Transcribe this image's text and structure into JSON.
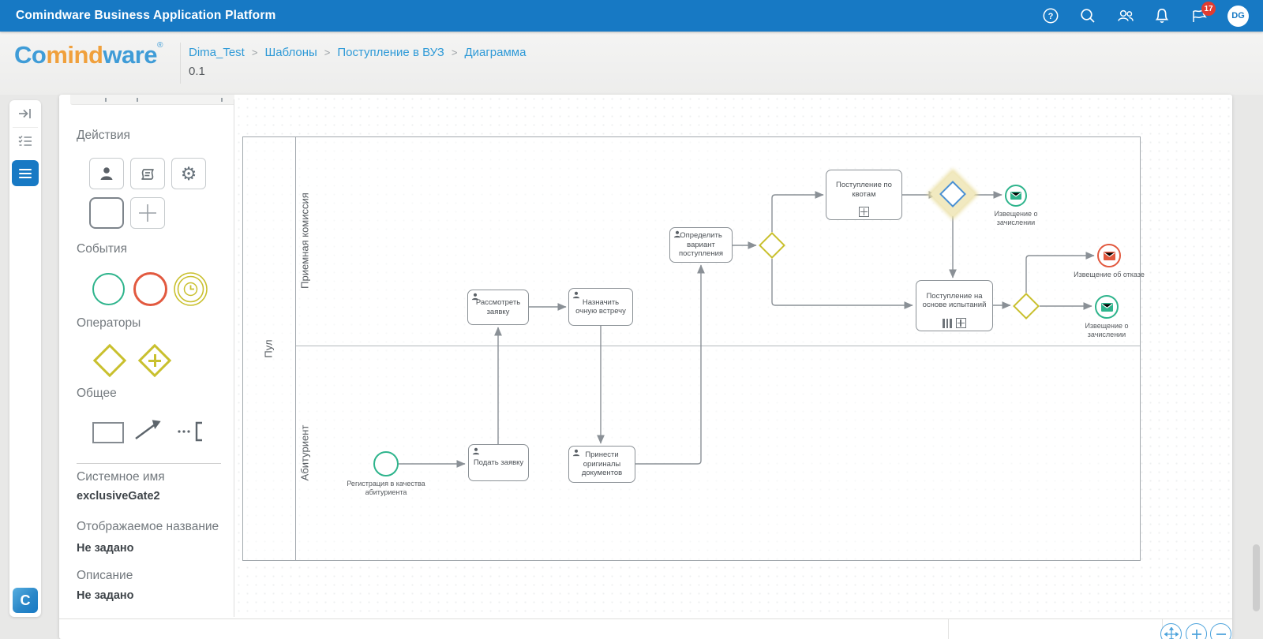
{
  "top_bar": {
    "title": "Comindware Business Application Platform",
    "notification_count": "17",
    "avatar_initials": "DG",
    "bar_color": "#1779c4"
  },
  "header": {
    "logo_part1": "Co",
    "logo_part2": "mind",
    "logo_part3": "ware",
    "logo_reg": "®",
    "breadcrumb": [
      "Dima_Test",
      "Шаблоны",
      "Поступление в ВУЗ",
      "Диаграмма"
    ],
    "breadcrumb_separator": ">",
    "version": "0.1",
    "link_color": "#2f9ad7",
    "logo_blue": "#3f9cd7",
    "logo_orange": "#f0a03c"
  },
  "rail": {
    "logo_letter": "C"
  },
  "palette": {
    "actions_title": "Действия",
    "events_title": "События",
    "operators_title": "Операторы",
    "general_title": "Общее"
  },
  "properties": {
    "system_name_label": "Системное имя",
    "system_name_value": "exclusiveGate2",
    "display_name_label": "Отображаемое название",
    "display_name_value": "Не задано",
    "description_label": "Описание",
    "description_value": "Не задано"
  },
  "diagram": {
    "pool_label": "Пул",
    "lane1": "Приемная комиссия",
    "lane2": "Абитуриент",
    "start_label": "Регистрация в качества абитуриента",
    "task_submit": "Подать заявку",
    "task_review": "Рассмотреть заявку",
    "task_meeting": "Назначить очную встречу",
    "task_docs": "Принести оригиналы документов",
    "task_variant": "Определить вариант поступления",
    "task_quota": "Поступление по квотам",
    "task_exam": "Поступление на основе испытаний",
    "end_enroll_top": "Извещение о зачислении",
    "end_reject": "Извещение об отказе",
    "end_enroll_bottom": "Извещение о зачислении",
    "selected_element": "exclusiveGate2",
    "colors": {
      "event_green": "#2eb48c",
      "event_red": "#e2593f",
      "gateway_yellow": "#c9c02e",
      "selected_blue": "#4a90d2"
    }
  },
  "icons": {
    "help_glyph": "?",
    "help": "circle-question",
    "search": "magnifier",
    "users": "people",
    "notifications": "bell",
    "feedback": "flag-with-badge",
    "collapse": "arrow-to-bar",
    "checklist": "checklist",
    "menu": "hamburger",
    "pan": "move-arrows",
    "zoom_in": "plus",
    "zoom_out": "minus"
  }
}
